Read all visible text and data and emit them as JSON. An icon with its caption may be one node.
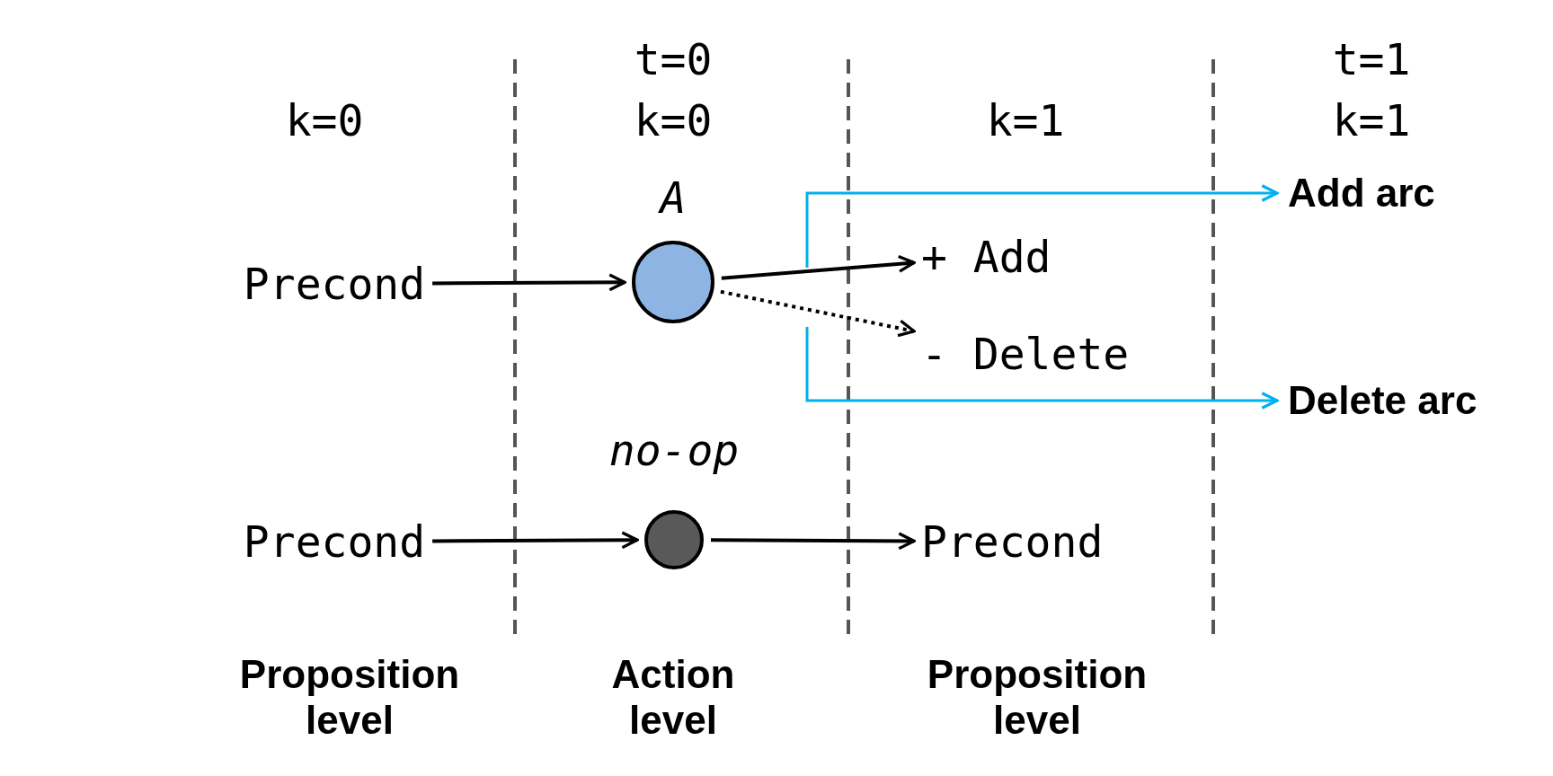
{
  "diagram": {
    "nodes": [
      {
        "text": [
          "Precond"
        ]
      },
      {
        "text": [
          "A"
        ]
      },
      {
        "text": [
          "+ Add"
        ]
      },
      {
        "text": [
          "- Delete"
        ]
      },
      {
        "text": [
          "Add arc"
        ]
      },
      {
        "text": [
          "Delete arc"
        ]
      },
      {
        "text": [
          "Precond"
        ]
      },
      {
        "text": [
          "no-op"
        ]
      },
      {
        "text": [
          "Precond"
        ]
      }
    ],
    "edges": [
      {
        "from": 0,
        "to": 1,
        "arrow": "to"
      },
      {
        "from": 1,
        "to": 2,
        "arrow": "to"
      },
      {
        "from": 1,
        "to": 3,
        "arrow": "to",
        "style": "dashed"
      },
      {
        "from": null,
        "to": 4,
        "arrow": "to",
        "color": "#00b0f0"
      },
      {
        "from": null,
        "to": 5,
        "arrow": "to",
        "color": "#00b0f0"
      },
      {
        "from": 6,
        "to": 7,
        "arrow": "to"
      },
      {
        "from": 7,
        "to": 8,
        "arrow": "to"
      }
    ],
    "labels": [
      "k=0",
      "t=0",
      "k=0",
      "k=1",
      "t=1",
      "k=1",
      "Proposition level",
      "Action level",
      "Proposition level"
    ]
  }
}
